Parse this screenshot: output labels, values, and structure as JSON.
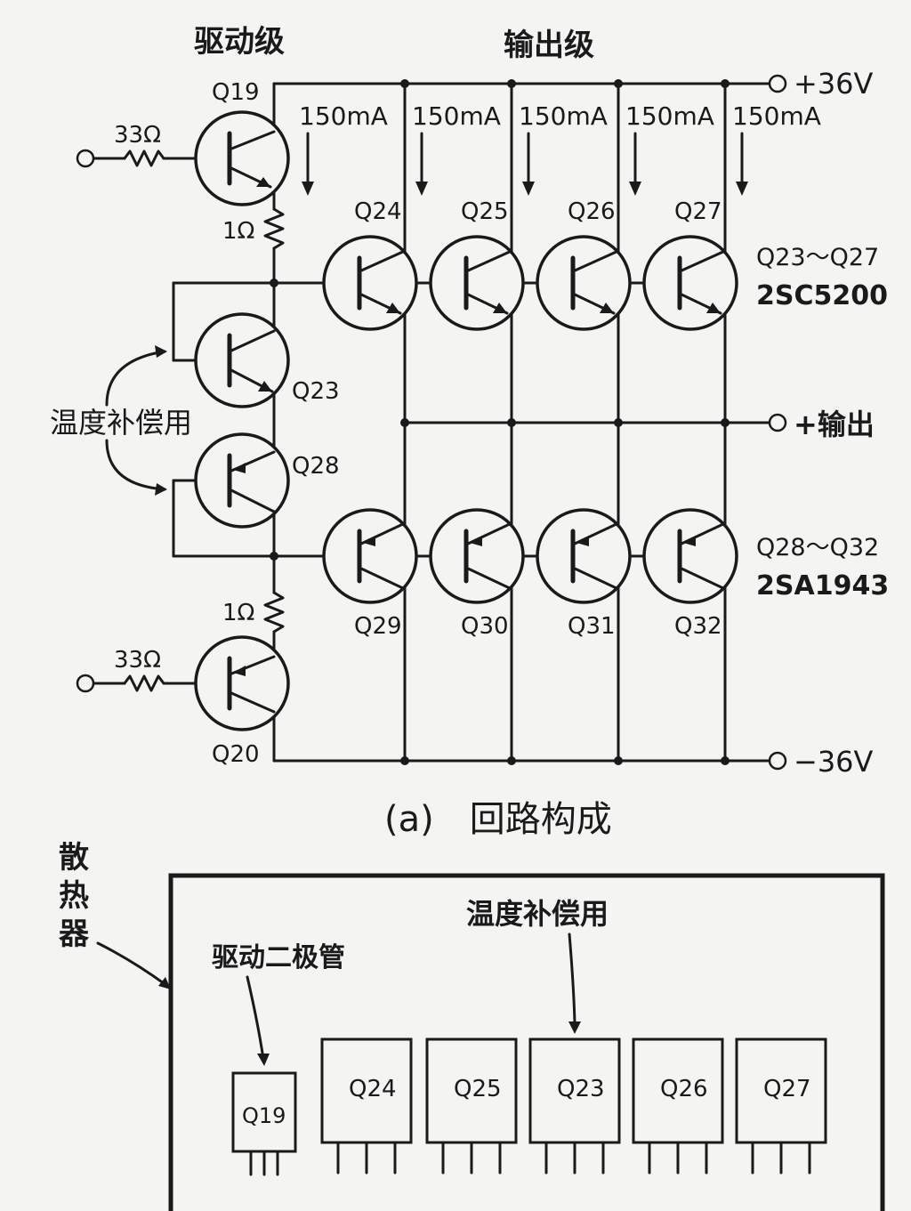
{
  "labels": {
    "driver_stage": "驱动级",
    "output_stage": "输出级",
    "v_pos": "+36V",
    "v_neg": "−36V",
    "output": "+输出",
    "temp_comp": "温度补偿用",
    "npn_range": "Q23～Q27",
    "npn_part": "2SC5200",
    "pnp_range": "Q28～Q32",
    "pnp_part": "2SA1943",
    "r_base_top": "33Ω",
    "r_base_bot": "33Ω",
    "r_emit_top": "1Ω",
    "r_emit_bot": "1Ω",
    "caption": "(a)　回路构成",
    "heatsink": "散\n热\n器",
    "drive_diode": "驱动二极管",
    "temp_comp_2": "温度补偿用"
  },
  "currents": [
    "150mA",
    "150mA",
    "150mA",
    "150mA",
    "150mA"
  ],
  "transistors": {
    "q19": "Q19",
    "q20": "Q20",
    "q23": "Q23",
    "q28": "Q28",
    "top_row": [
      "Q24",
      "Q25",
      "Q26",
      "Q27"
    ],
    "bottom_row": [
      "Q29",
      "Q30",
      "Q31",
      "Q32"
    ]
  },
  "heatsink_packages": [
    "Q19",
    "Q24",
    "Q25",
    "Q23",
    "Q26",
    "Q27"
  ]
}
